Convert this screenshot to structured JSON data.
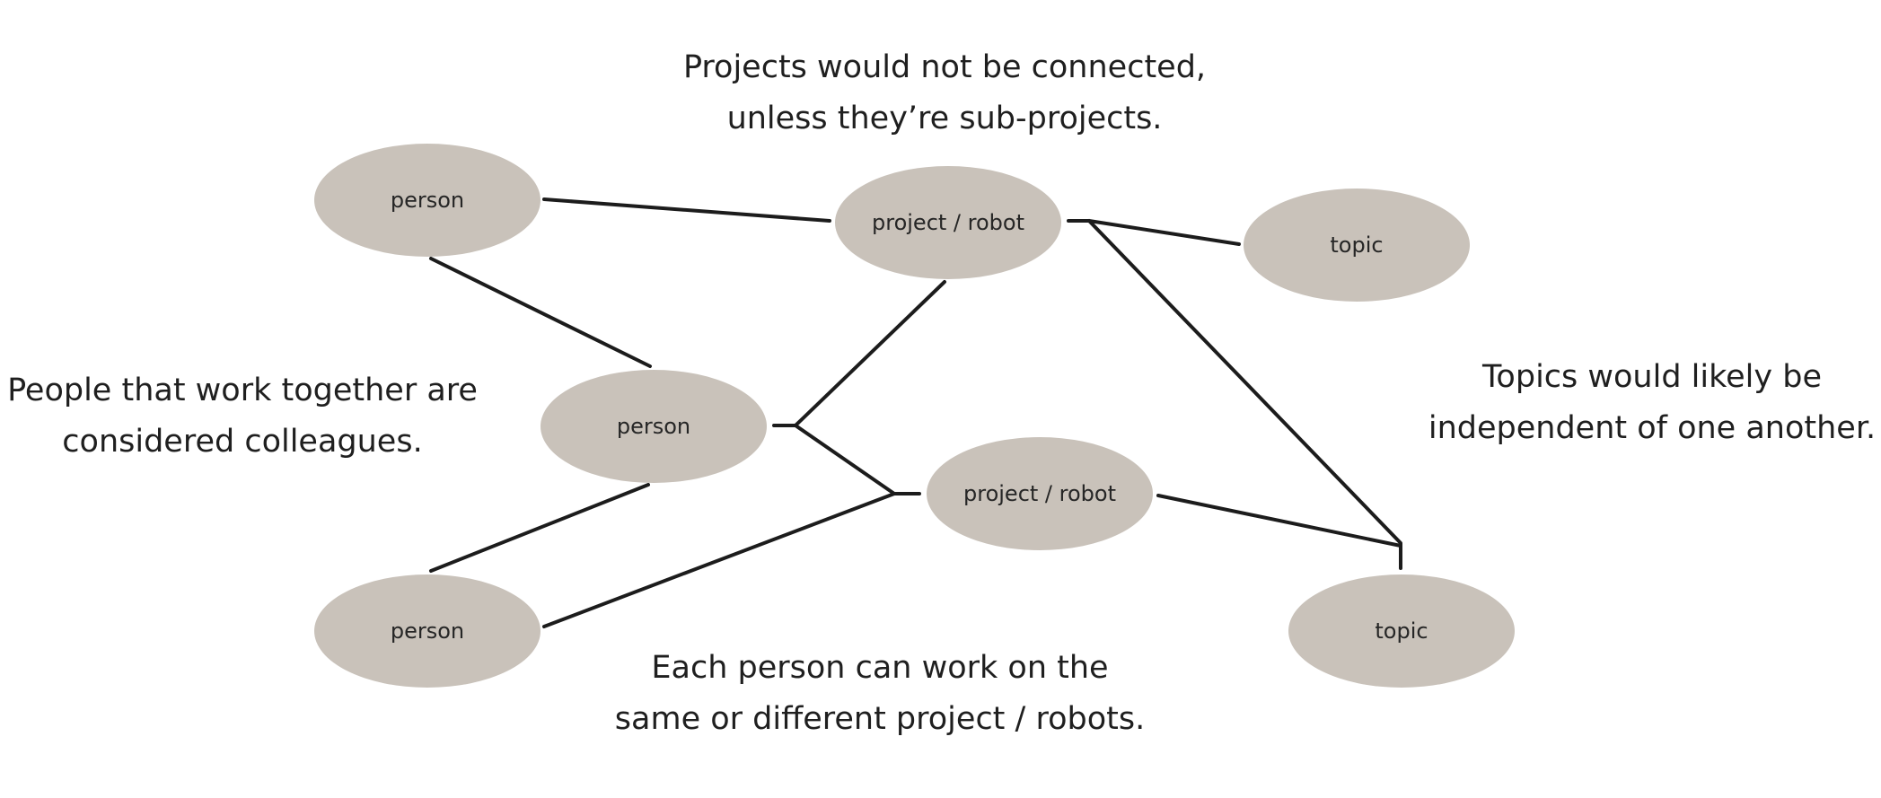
{
  "nodes": {
    "person_top": "person",
    "person_mid": "person",
    "person_bottom": "person",
    "project_top": "project / robot",
    "project_mid": "project / robot",
    "topic_top": "topic",
    "topic_bottom": "topic"
  },
  "notes": {
    "projects": [
      "Projects would not be connected,",
      "unless they’re sub-projects."
    ],
    "people": [
      "People that work together are",
      "considered colleagues."
    ],
    "topics": [
      "Topics would likely be",
      "independent of one another."
    ],
    "work": [
      "Each person can work on the",
      "same or different project / robots."
    ]
  },
  "colors": {
    "node_fill": "#c9c2ba",
    "edge": "#1c1c1c",
    "text": "#1f1f1f"
  }
}
